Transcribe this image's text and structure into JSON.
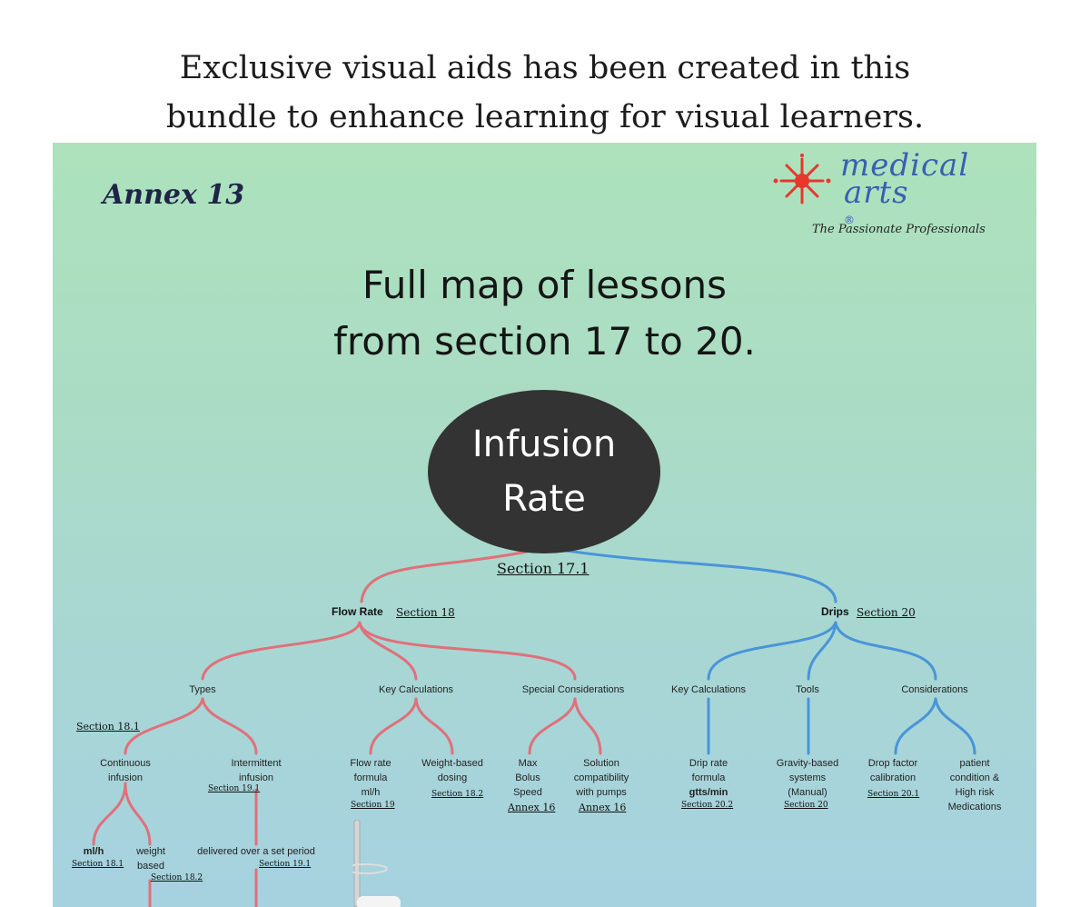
{
  "headline": {
    "line1": "Exclusive visual aids has been created in this",
    "line2": "bundle to enhance learning for visual learners."
  },
  "annex": "Annex 13",
  "logo": {
    "word1": "medical",
    "word2": "arts",
    "registered": "®",
    "tagline": "The Passionate Professionals",
    "colors": {
      "star": "#e8372c",
      "word": "#3a5fb0"
    }
  },
  "map_title": {
    "line1": "Full map of lessons",
    "line2": "from section 17 to 20."
  },
  "center": {
    "line1": "Infusion",
    "line2": "Rate",
    "ref": "Section 17.1"
  },
  "colors": {
    "flow_branch": "#e0707a",
    "drips_branch": "#4a94d8",
    "node": "#333333"
  },
  "flow_rate": {
    "label": "Flow Rate",
    "ref": "Section 18",
    "types": {
      "label": "Types",
      "ref": "Section 18.1",
      "continuous": {
        "line1": "Continuous",
        "line2": "infusion",
        "mlh": "ml/h",
        "mlh_ref": "Section 18.1",
        "weight1": "weight",
        "weight2": "based",
        "weight_ref": "Section 18.2"
      },
      "intermittent": {
        "line1": "Intermittent",
        "line2": "infusion",
        "ref": "Section 19.1",
        "delivered": "delivered over a set period",
        "delivered_ref": "Section 19.1"
      }
    },
    "key_calc": {
      "label": "Key Calculations",
      "flow_formula": {
        "line1": "Flow rate",
        "line2": "formula",
        "line3": "ml/h",
        "ref": "Section 19"
      },
      "weight_dosing": {
        "line1": "Weight-based",
        "line2": "dosing",
        "ref": "Section 18.2"
      }
    },
    "special": {
      "label": "Special Considerations",
      "max_bolus": {
        "line1": "Max",
        "line2": "Bolus",
        "line3": "Speed",
        "ref": "Annex 16"
      },
      "solution": {
        "line1": "Solution",
        "line2": "compatibility",
        "line3": "with pumps",
        "ref": "Annex 16"
      }
    }
  },
  "drips": {
    "label": "Drips",
    "ref": "Section 20",
    "key_calc": {
      "label": "Key Calculations",
      "drip_formula": {
        "line1": "Drip rate",
        "line2": "formula",
        "line3": "gtts/min",
        "ref": "Section 20.2"
      }
    },
    "tools": {
      "label": "Tools",
      "gravity": {
        "line1": "Gravity-based",
        "line2": "systems",
        "line3": "(Manual)",
        "ref": "Section 20"
      }
    },
    "considerations": {
      "label": "Considerations",
      "drop_factor": {
        "line1": "Drop factor",
        "line2": "calibration",
        "ref": "Section 20.1"
      },
      "patient": {
        "line1": "patient",
        "line2": "condition &",
        "line3": "High risk",
        "line4": "Medications"
      }
    }
  }
}
